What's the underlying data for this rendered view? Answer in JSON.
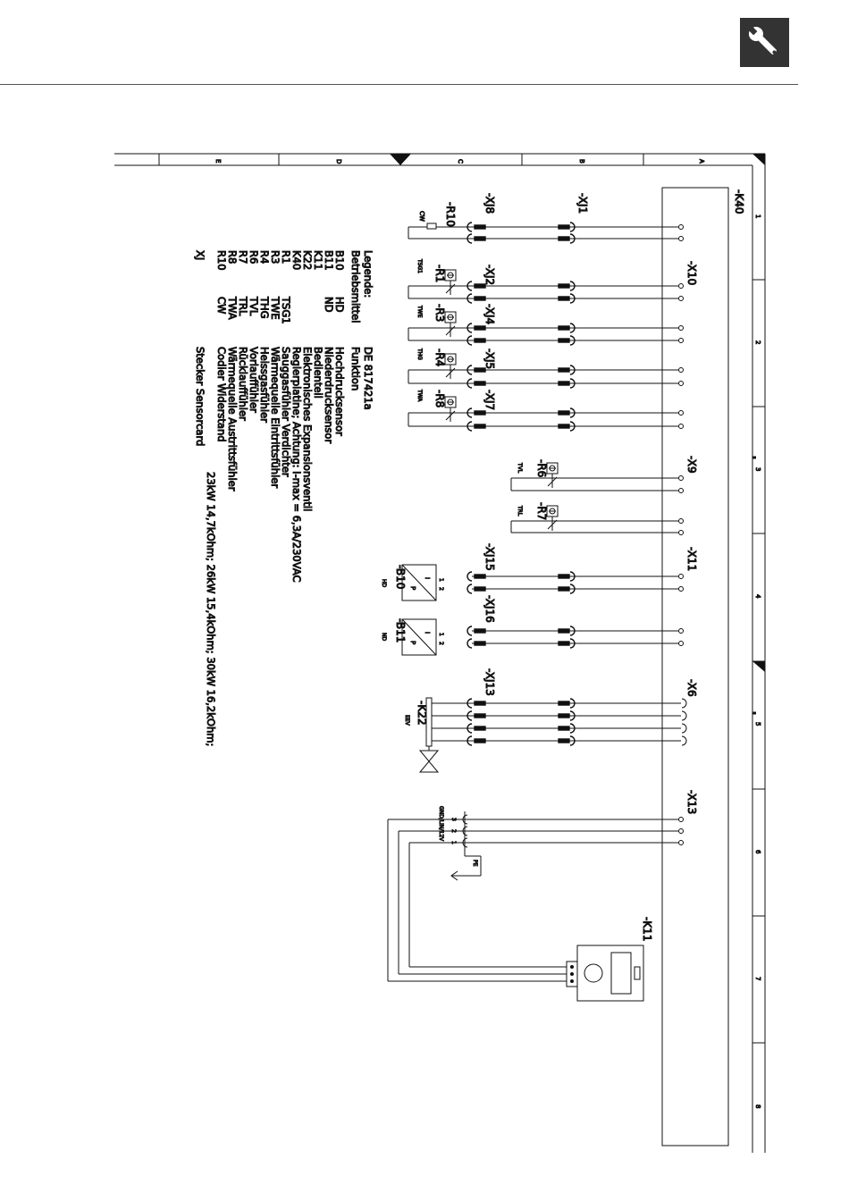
{
  "header": {
    "tool_icon": "wrench-icon"
  },
  "frame": {
    "rows": [
      "E",
      "D",
      "C",
      "B",
      "A"
    ],
    "columns": [
      "1",
      "2",
      "3",
      "4",
      "5",
      "6",
      "7",
      "8"
    ]
  },
  "board": {
    "label": "-K40"
  },
  "connectors": {
    "xj1": "-XJ1",
    "xj8": "-XJ8",
    "xj2": "-XJ2",
    "xj4": "-XJ4",
    "xj5": "-XJ5",
    "xj7": "-XJ7",
    "xj15": "-XJ15",
    "xj16": "-XJ16",
    "xj13": "-XJ13",
    "x10": "-X10",
    "x9": "-X9",
    "x11": "-X11",
    "x6": "-X6",
    "x13": "-X13"
  },
  "components": {
    "r10": {
      "label": "-R10",
      "tag": "CW"
    },
    "r1": {
      "label": "-R1",
      "tag": "TSG1"
    },
    "r3": {
      "label": "-R3",
      "tag": "TWE"
    },
    "r4": {
      "label": "-R4",
      "tag": "THG"
    },
    "r8": {
      "label": "-R8",
      "tag": "TWA"
    },
    "r6": {
      "label": "-R6",
      "tag": "TVL"
    },
    "r7": {
      "label": "-R7",
      "tag": "TRL"
    },
    "b10": {
      "label": "-B10",
      "tag": "HD"
    },
    "b11": {
      "label": "-B11",
      "tag": "ND"
    },
    "k22": {
      "label": "-K22",
      "tag": "EEV"
    },
    "k11": {
      "label": "-K11"
    },
    "sensor_pins": {
      "p1": "1",
      "p2": "2",
      "i": "I",
      "p": "P"
    },
    "bus": {
      "label": "GND/LIN/12V",
      "pe": "PE",
      "pins": [
        "3",
        "2",
        "1"
      ]
    }
  },
  "legend": {
    "title": "Legende:",
    "col1_header": "Betriebsmittel",
    "col3_header_top": "DE 817421a",
    "col3_header": "Funktion",
    "rows": [
      {
        "id": "B10",
        "code": "HD",
        "func": "Hochdrucksensor"
      },
      {
        "id": "B11",
        "code": "ND",
        "func": "Niederdrucksensor"
      },
      {
        "id": "K11",
        "code": "",
        "func": "Bedienteil"
      },
      {
        "id": "K22",
        "code": "",
        "func": "Elektronisches Expansionsventil"
      },
      {
        "id": "K40",
        "code": "",
        "func": "Reglerplatine; Achtung: I-max = 6,3A/230VAC"
      },
      {
        "id": "R1",
        "code": "TSG1",
        "func": "Sauggasfühler Verdichter"
      },
      {
        "id": "R3",
        "code": "TWE",
        "func": "Wärmequelle Eintrittsfühler"
      },
      {
        "id": "R4",
        "code": "THG",
        "func": "Heissgasfühler"
      },
      {
        "id": "R6",
        "code": "TVL",
        "func": "Vorlauffühler"
      },
      {
        "id": "R7",
        "code": "TRL",
        "func": "Rücklauffühler"
      },
      {
        "id": "R8",
        "code": "TWA",
        "func": "Wärmequelle Austrittsfühler"
      },
      {
        "id": "R10",
        "code": "CW",
        "func": "Codier Widerstand"
      },
      {
        "id": "XJ",
        "code": "",
        "func": "Stecker Sensorcard"
      }
    ],
    "extra": "23kW 14,7kOhm; 26kW 15,4kOhm; 30kW 16,2kOhm;"
  }
}
